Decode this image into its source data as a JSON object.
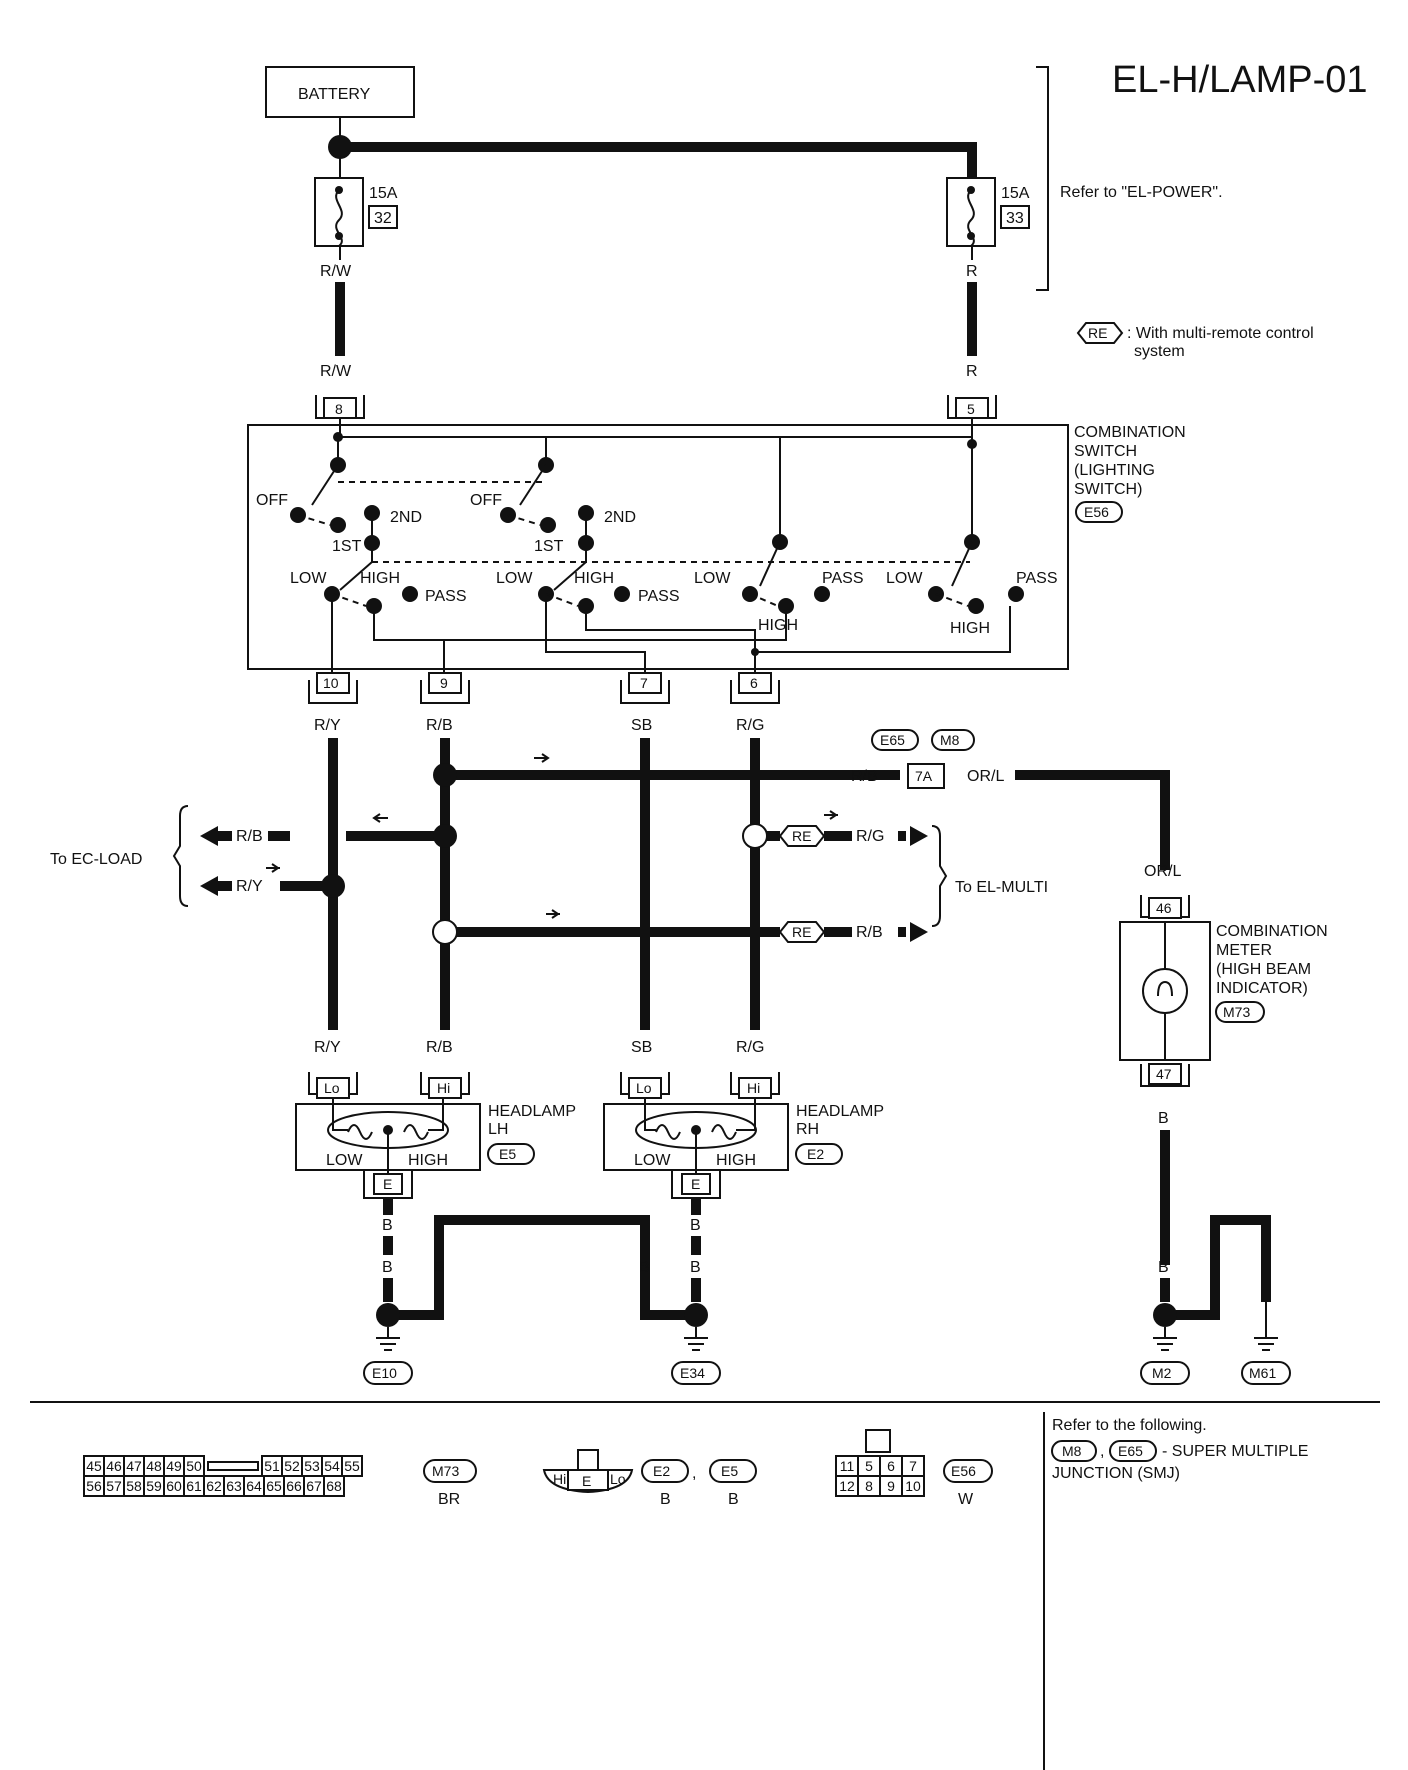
{
  "page_code": "EL-H/LAMP-01",
  "battery": "BATTERY",
  "fuse_left": {
    "amp": "15A",
    "num": "32",
    "wire_top": "R/W",
    "wire_bottom": "R/W",
    "connector": "8"
  },
  "fuse_right": {
    "amp": "15A",
    "num": "33",
    "wire_top": "R",
    "wire_bottom": "R",
    "connector": "5"
  },
  "refer_power": "Refer to \"EL-POWER\".",
  "legend": {
    "symbol": "RE",
    "text1": ": With multi-remote control",
    "text2": "system"
  },
  "combination_switch": {
    "line1": "COMBINATION",
    "line2": "SWITCH",
    "line3": "(LIGHTING",
    "line4": "SWITCH)",
    "code": "E56",
    "off": "OFF",
    "first": "1ST",
    "second": "2ND",
    "low": "LOW",
    "high": "HIGH",
    "pass": "PASS",
    "terminals": [
      "10",
      "9",
      "7",
      "6"
    ]
  },
  "wires": {
    "ry": "R/Y",
    "rb": "R/B",
    "sb": "SB",
    "rg": "R/G",
    "orl": "OR/L",
    "b": "B"
  },
  "smj": {
    "e65": "E65",
    "m8": "M8",
    "term": "7A"
  },
  "ec_load": "To EC-LOAD",
  "el_multi": "To EL-MULTI",
  "meter": {
    "line1": "COMBINATION",
    "line2": "METER",
    "line3": "(HIGH BEAM",
    "line4": "INDICATOR)",
    "code": "M73",
    "t1": "46",
    "t2": "47"
  },
  "headlamp_lh": {
    "line1": "HEADLAMP",
    "line2": "LH",
    "code": "E5",
    "lo": "Lo",
    "hi": "Hi",
    "e": "E",
    "low": "LOW",
    "high": "HIGH"
  },
  "headlamp_rh": {
    "line1": "HEADLAMP",
    "line2": "RH",
    "code": "E2",
    "lo": "Lo",
    "hi": "Hi",
    "e": "E",
    "low": "LOW",
    "high": "HIGH"
  },
  "grounds": [
    "E10",
    "E34",
    "M2",
    "M61"
  ],
  "connectors": {
    "m73_top": [
      "45",
      "46",
      "47",
      "48",
      "49",
      "50",
      "51",
      "52",
      "53",
      "54",
      "55"
    ],
    "m73_bottom": [
      "56",
      "57",
      "58",
      "59",
      "60",
      "61",
      "62",
      "63",
      "64",
      "65",
      "66",
      "67",
      "68"
    ],
    "m73_code": "M73",
    "m73_color": "BR",
    "hl_code1": "E2",
    "hl_code2": "E5",
    "hl_color1": "B",
    "hl_color2": "B",
    "hl_pins": [
      "Hi",
      "E",
      "Lo"
    ],
    "e56_top": [
      "11",
      "5",
      "6",
      "7"
    ],
    "e56_bottom": [
      "12",
      "8",
      "9",
      "10"
    ],
    "e56_code": "E56",
    "e56_color": "W"
  },
  "refer_following": "Refer to the following.",
  "smj_note_codes": [
    "M8",
    "E65"
  ],
  "smj_note1": "- SUPER MULTIPLE",
  "smj_note2": "JUNCTION (SMJ)"
}
